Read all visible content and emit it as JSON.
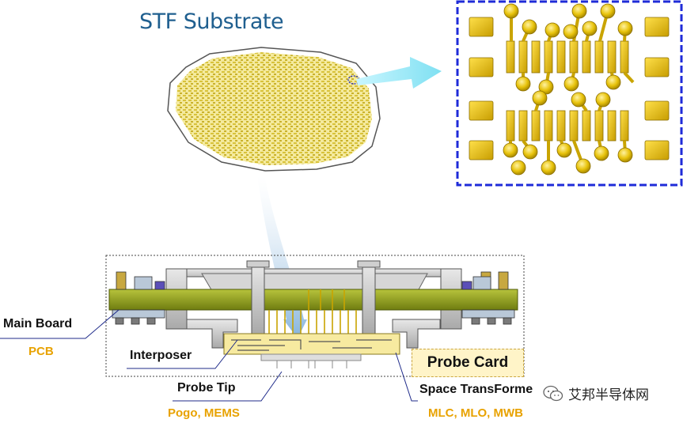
{
  "title": "STF Substrate",
  "labels": {
    "main_board": "Main Board",
    "main_board_sub": "PCB",
    "interposer": "Interposer",
    "probe_tip": "Probe Tip",
    "probe_tip_sub": "Pogo, MEMS",
    "space_transformer": "Space TransForme",
    "space_transformer_sub": "MLC, MLO, MWB",
    "probe_card": "Probe Card"
  },
  "watermark": "艾邦半导体网",
  "colors": {
    "title": "#1f5f8f",
    "accent_yellow": "#e8a200",
    "wafer_fill": "#f2e27a",
    "board": "#8a9a18",
    "zoom_border": "#1f2bd8",
    "arrow": "#8fe6f5"
  },
  "icons": [
    "wechat-icon"
  ]
}
